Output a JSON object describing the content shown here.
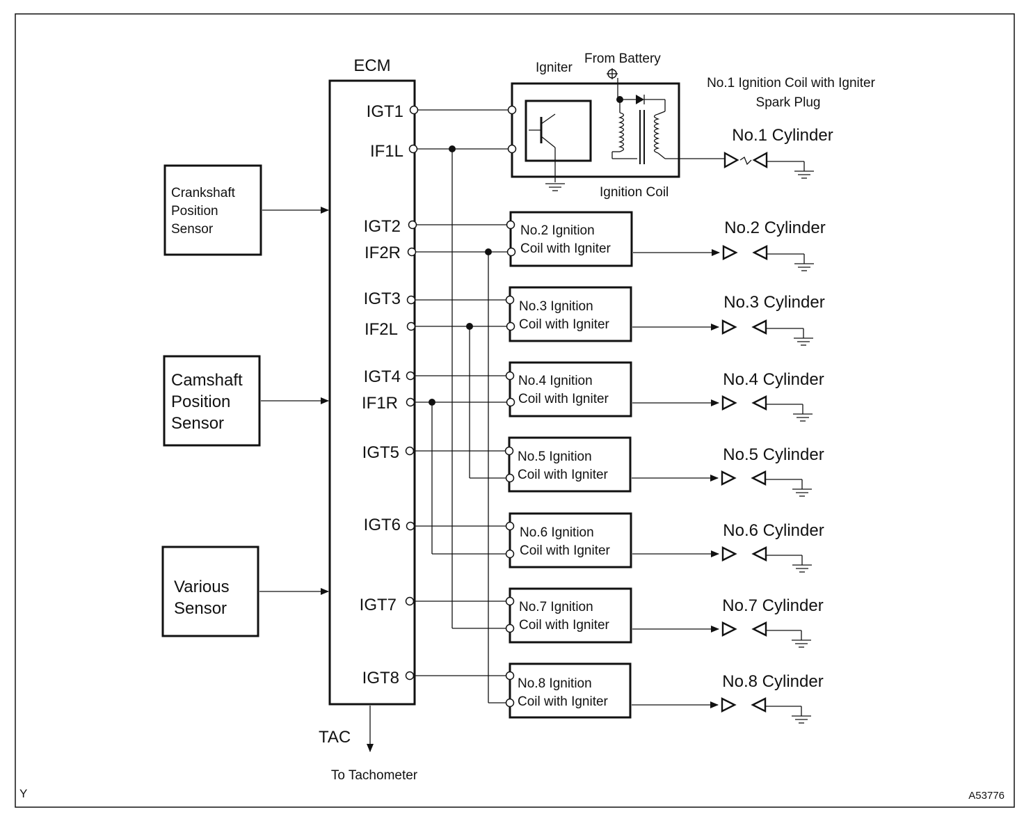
{
  "ecm": {
    "title": "ECM",
    "pins": [
      "IGT1",
      "IF1L",
      "IGT2",
      "IF2R",
      "IGT3",
      "IF2L",
      "IGT4",
      "IF1R",
      "IGT5",
      "IGT6",
      "IGT7",
      "IGT8"
    ],
    "output_label": "TAC",
    "output_dest": "To Tachometer"
  },
  "sensors": [
    {
      "lines": [
        "Crankshaft",
        "Position",
        "Sensor"
      ]
    },
    {
      "lines": [
        "Camshaft",
        "Position",
        "Sensor"
      ]
    },
    {
      "lines": [
        "Various",
        "Sensor"
      ]
    }
  ],
  "coil1": {
    "igniter_label": "Igniter",
    "battery_label": "From Battery",
    "coil_label": "Ignition Coil",
    "caption_line1": "No.1 Ignition Coil with Igniter",
    "caption_line2": "Spark Plug",
    "cylinder": "No.1 Cylinder"
  },
  "coils": [
    {
      "line1": "No.2 Ignition",
      "line2": "Coil with Igniter",
      "cylinder": "No.2 Cylinder"
    },
    {
      "line1": "No.3 Ignition",
      "line2": "Coil with Igniter",
      "cylinder": "No.3 Cylinder"
    },
    {
      "line1": "No.4 Ignition",
      "line2": "Coil with Igniter",
      "cylinder": "No.4 Cylinder"
    },
    {
      "line1": "No.5 Ignition",
      "line2": "Coil with Igniter",
      "cylinder": "No.5 Cylinder"
    },
    {
      "line1": "No.6 Ignition",
      "line2": "Coil with Igniter",
      "cylinder": "No.6 Cylinder"
    },
    {
      "line1": "No.7 Ignition",
      "line2": "Coil with Igniter",
      "cylinder": "No.7 Cylinder"
    },
    {
      "line1": "No.8 Ignition",
      "line2": "Coil with Igniter",
      "cylinder": "No.8 Cylinder"
    }
  ],
  "corner_left": "Y",
  "corner_right": "A53776"
}
